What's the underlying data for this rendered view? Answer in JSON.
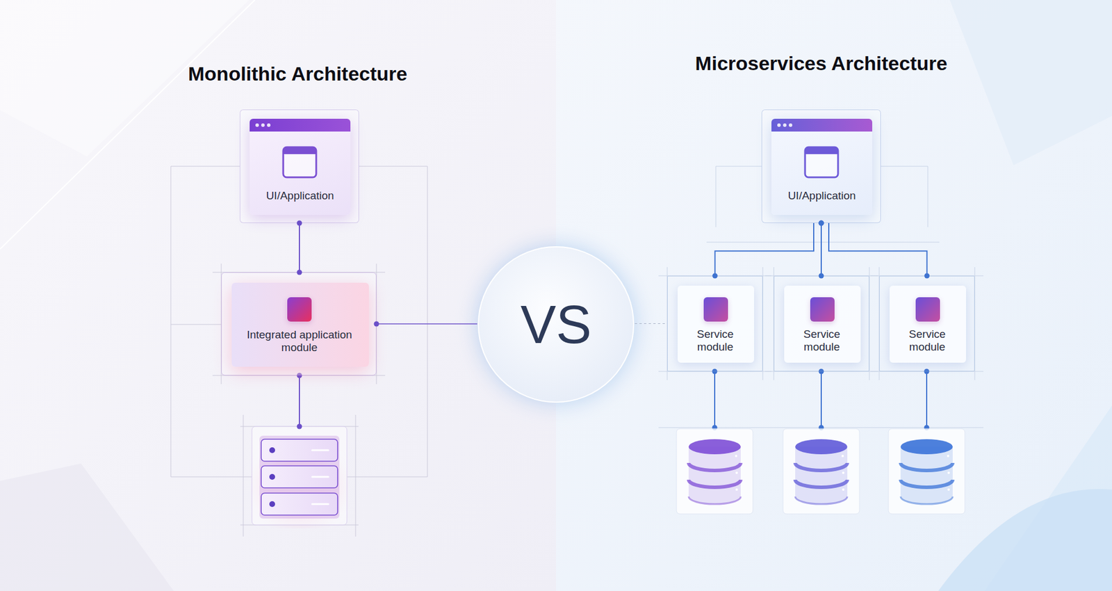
{
  "diagram": {
    "nodes": [
      {
        "text": [
          "UI/Application"
        ]
      },
      {
        "text": [
          "Integrated application module"
        ]
      },
      {
        "text": [
          "VS"
        ]
      },
      {
        "text": [
          "UI/Application"
        ]
      },
      {
        "text": [
          "Service module"
        ]
      },
      {
        "text": [
          "Service module"
        ]
      },
      {
        "text": [
          "Service module"
        ]
      }
    ],
    "edges": [
      {
        "from": 0,
        "to": 1,
        "arrow": "none"
      },
      {
        "from": 1,
        "to": 2,
        "arrow": "none"
      },
      {
        "from": 2,
        "to": 4,
        "arrow": "none"
      },
      {
        "from": 3,
        "to": 4,
        "arrow": "none"
      },
      {
        "from": 3,
        "to": 5,
        "arrow": "none"
      },
      {
        "from": 3,
        "to": 6,
        "arrow": "none"
      }
    ],
    "labels": [
      "Monolithic Architecture",
      "Microservices Architecture"
    ]
  }
}
